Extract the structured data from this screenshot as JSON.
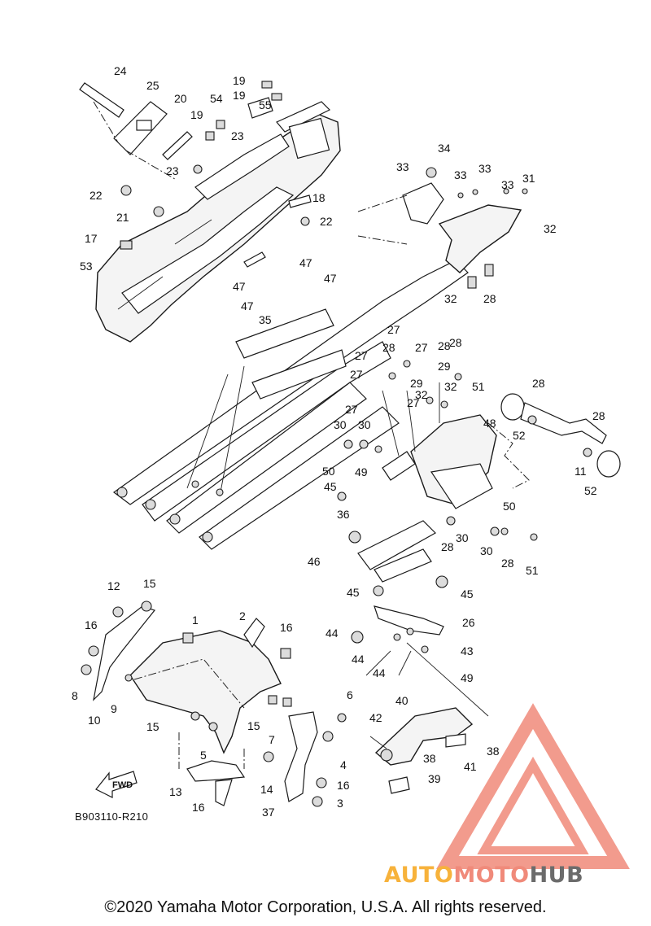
{
  "diagram": {
    "reference_code": "B903110-R210",
    "fwd_label": "FWD",
    "copyright": "©2020 Yamaha Motor Corporation, U.S.A. All rights reserved.",
    "callouts": [
      "24",
      "25",
      "20",
      "19",
      "19",
      "54",
      "19",
      "55",
      "23",
      "23",
      "22",
      "22",
      "21",
      "18",
      "17",
      "53",
      "47",
      "47",
      "47",
      "47",
      "35",
      "34",
      "33",
      "33",
      "33",
      "33",
      "31",
      "32",
      "32",
      "28",
      "27",
      "28",
      "27",
      "28",
      "28",
      "27",
      "27",
      "29",
      "29",
      "27",
      "27",
      "32",
      "32",
      "51",
      "48",
      "28",
      "28",
      "30",
      "30",
      "49",
      "50",
      "45",
      "36",
      "46",
      "45",
      "45",
      "44",
      "44",
      "44",
      "43",
      "26",
      "49",
      "50",
      "30",
      "28",
      "30",
      "28",
      "51",
      "52",
      "52",
      "11",
      "12",
      "15",
      "1",
      "2",
      "16",
      "16",
      "8",
      "10",
      "9",
      "15",
      "15",
      "7",
      "6",
      "4",
      "5",
      "14",
      "13",
      "16",
      "16",
      "3",
      "37",
      "40",
      "42",
      "38",
      "38",
      "41",
      "39"
    ]
  },
  "watermark": {
    "word_auto": "AUTO",
    "word_moto": "MOTO",
    "word_hub": "HUB",
    "colors": {
      "auto": "#f7b23b",
      "moto": "#f08a7a",
      "hub": "#6b6b6b",
      "triangle": "#f08a7a"
    }
  }
}
